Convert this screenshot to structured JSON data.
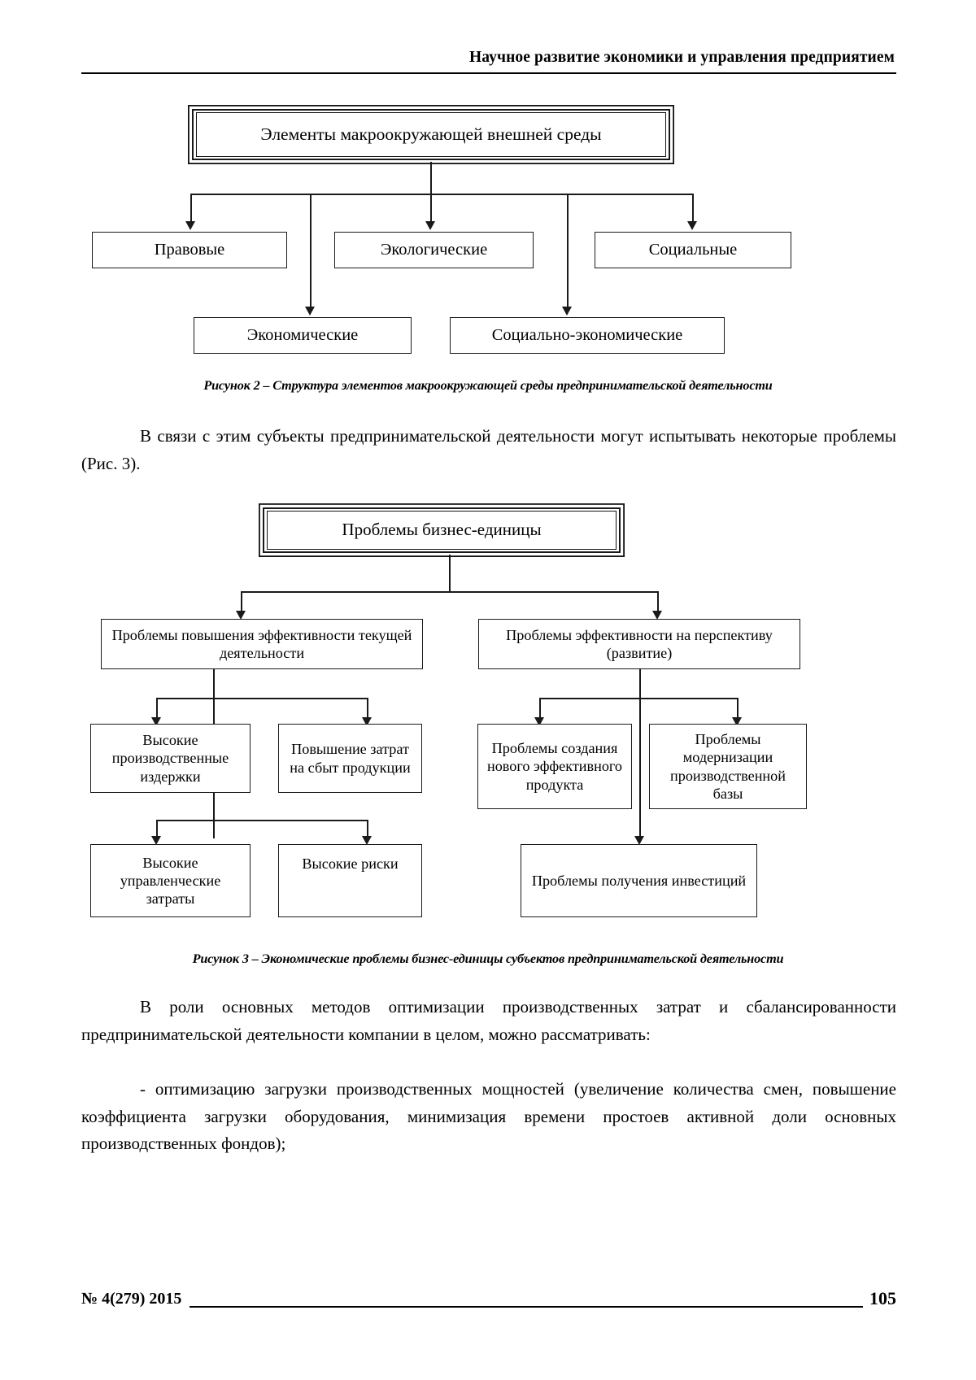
{
  "header": {
    "running_title": "Научное развитие экономики и управления предприятием"
  },
  "figure2": {
    "root": "Элементы макроокружающей внешней среды",
    "level2": [
      "Правовые",
      "Экологические",
      "Социальные"
    ],
    "level3": [
      "Экономические",
      "Социально-экономические"
    ],
    "caption": "Рисунок 2 – Структура элементов макроокружающей среды предпринимательской деятельности"
  },
  "paragraph1": "В связи с этим субъекты предпринимательской деятельности могут испытывать некоторые проблемы (Рис. 3).",
  "figure3": {
    "root": "Проблемы бизнес-единицы",
    "branch_left": {
      "title": "Проблемы повышения эффективности текущей деятельности",
      "children": [
        "Высокие производственные издержки",
        "Повышение затрат на сбыт продукции"
      ],
      "grandchildren": [
        "Высокие управленческие затраты",
        "Высокие риски"
      ]
    },
    "branch_right": {
      "title": "Проблемы эффективности на перспективу (развитие)",
      "children": [
        "Проблемы создания нового эффективного продукта",
        "Проблемы модернизации производственной базы"
      ],
      "grandchildren": [
        "Проблемы получения инвестиций"
      ]
    },
    "caption": "Рисунок 3 – Экономические проблемы бизнес-единицы субъектов предпринимательской деятельности"
  },
  "paragraph2": "В роли основных методов оптимизации производственных затрат и сбалансированности предпринимательской деятельности компании в целом, можно рассматривать:",
  "paragraph3": "- оптимизацию загрузки производственных мощностей (увеличение количества смен, повышение коэффициента загрузки оборудования, минимизация времени простоев активной доли основных производственных фондов);",
  "footer": {
    "issue": "№ 4(279) 2015",
    "page_number": "105"
  }
}
